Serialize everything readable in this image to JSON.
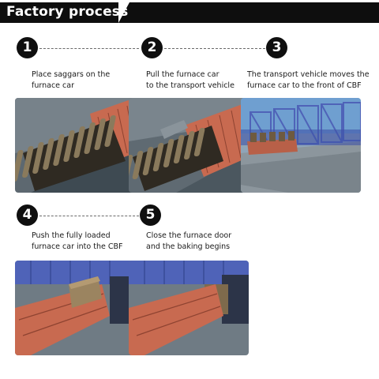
{
  "header": {
    "title": "Factory process"
  },
  "steps": [
    {
      "number": "1",
      "caption": "Place saggars on the\nfurnace car"
    },
    {
      "number": "2",
      "caption": "Pull the furnace car\nto the transport vehicle"
    },
    {
      "number": "3",
      "caption": "The transport vehicle moves the\nfurnace car to the front of CBF"
    },
    {
      "number": "4",
      "caption": "Push the fully loaded\nfurnace car into the CBF"
    },
    {
      "number": "5",
      "caption": "Close the furnace door\nand the baking begins"
    }
  ],
  "colors": {
    "furnace_car": "#c86a50",
    "frame_blue": "#4f63b8",
    "floor": "#6f7b84",
    "header_bg": "#0e0e0e"
  }
}
